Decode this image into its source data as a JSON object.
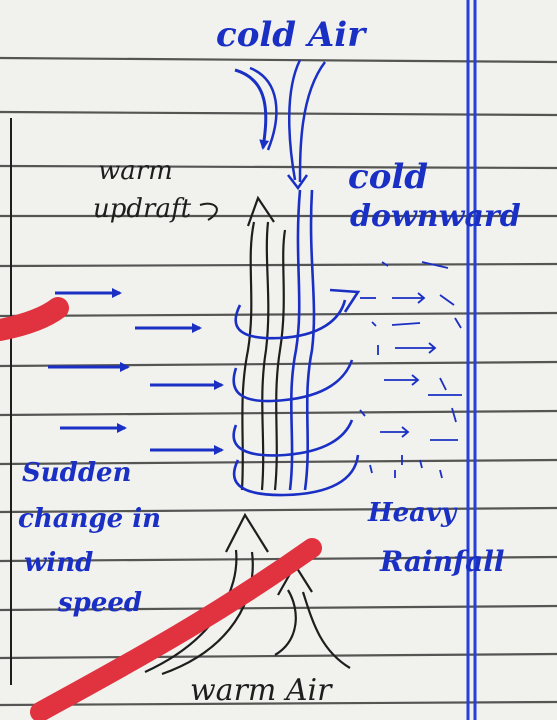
{
  "labels": {
    "cold_air": "cold Air",
    "warm_updraft_1": "warm",
    "warm_updraft_2": "updraft",
    "cold_downward_1": "cold",
    "cold_downward_2": "downward",
    "sudden_1": "Sudden",
    "sudden_2": "change in",
    "sudden_3": "wind",
    "sudden_4": "speed",
    "heavy_1": "Heavy",
    "heavy_2": "Rainfall",
    "warm_air": "warm Air"
  },
  "colors": {
    "paper": "#f1f1ee",
    "rule_line": "#3a3a3a",
    "ink_blue": "#1a2fc4",
    "ink_black": "#1e1e1e",
    "margin_blue": "#2440d8",
    "highlighter_red": "#e0323f"
  }
}
